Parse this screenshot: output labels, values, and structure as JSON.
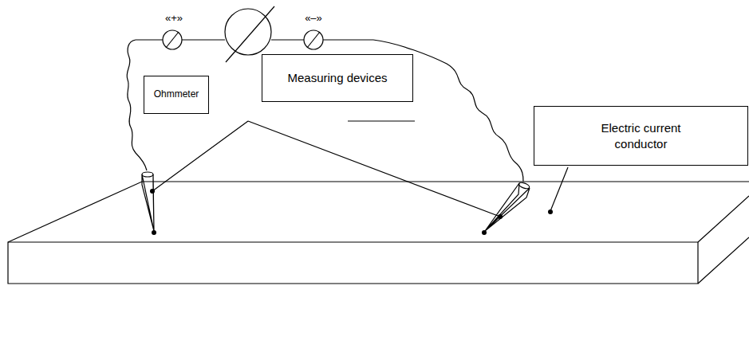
{
  "diagram": {
    "nodes": [
      {
        "text": [
          "Ohmmeter"
        ]
      },
      {
        "text": [
          "Measuring devices"
        ]
      },
      {
        "text": [
          "Electric current conductor"
        ]
      }
    ],
    "labels": [
      "«+»",
      "«–»"
    ]
  }
}
